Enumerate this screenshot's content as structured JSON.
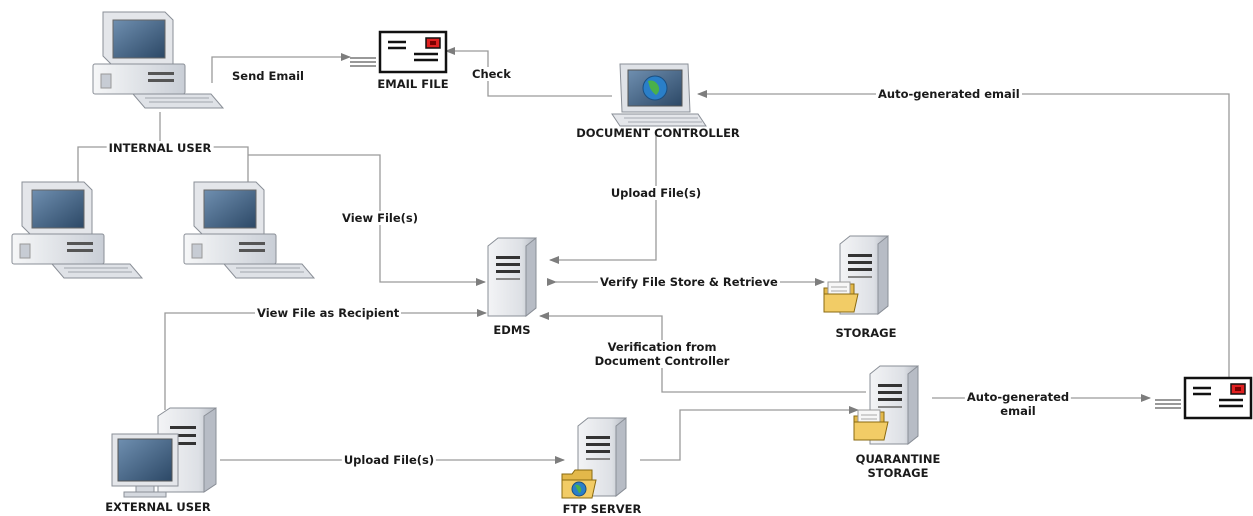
{
  "nodes": {
    "internal_user": "INTERNAL USER",
    "email_file": "EMAIL FILE",
    "document_controller": "DOCUMENT CONTROLLER",
    "edms": "EDMS",
    "storage": "STORAGE",
    "quarantine_storage_line1": "QUARANTINE",
    "quarantine_storage_line2": "STORAGE",
    "external_user": "EXTERNAL USER",
    "ftp_server": "FTP SERVER"
  },
  "edges": {
    "send_email": "Send Email",
    "check": "Check",
    "auto_generated_email_top": "Auto-generated email",
    "upload_files_dc": "Upload File(s)",
    "view_files": "View File(s)",
    "verify_file_store": "Verify File Store & Retrieve",
    "view_file_as_recipient": "View File as Recipient",
    "verification_line1": "Verification from",
    "verification_line2": "Document Controller",
    "upload_files_ext": "Upload File(s)",
    "auto_generated_line1": "Auto-generated",
    "auto_generated_line2": "email"
  },
  "colors": {
    "line": "#9a9a9a",
    "monitor_screen": "#3c5a78",
    "case": "#e9ebee",
    "case_shadow": "#b9bec6",
    "envelope_stamp": "#e02020",
    "folder": "#f0c85a",
    "globe_blue": "#2a7fc8",
    "globe_green": "#4ab04a"
  },
  "icons": [
    "desktop-computer-icon",
    "tower-computer-icon",
    "laptop-icon",
    "server-icon",
    "storage-server-icon",
    "envelope-icon",
    "folder-icon",
    "globe-icon"
  ]
}
